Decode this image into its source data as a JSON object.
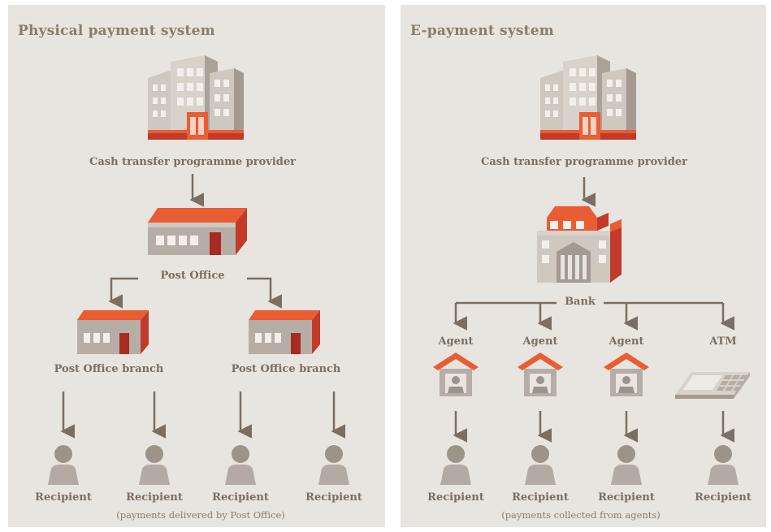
{
  "left_panel": {
    "title": "Physical payment system",
    "provider_label": "Cash transfer programme provider",
    "post_office_label": "Post Office",
    "branch_labels": [
      "Post Office branch",
      "Post Office branch"
    ],
    "recipient_labels": [
      "Recipient",
      "Recipient",
      "Recipient",
      "Recipient"
    ],
    "footnote": "(payments delivered by Post Office)"
  },
  "right_panel": {
    "title": "E-payment system",
    "provider_label": "Cash transfer programme provider",
    "bank_label": "Bank",
    "agent_labels": [
      "Agent",
      "Agent",
      "Agent",
      "ATM"
    ],
    "recipient_labels": [
      "Recipient",
      "Recipient",
      "Recipient",
      "Recipient"
    ],
    "footnote": "(payments collected from agents)"
  },
  "colors": {
    "panel_bg": "#e8e4df",
    "text": "#7b6e62",
    "arrow": "#7b6e62",
    "accent_orange": "#e85d34",
    "accent_red": "#c23a2a",
    "building_gray": "#b6aea6",
    "person_gray": "#9c9389"
  },
  "icons": {
    "provider": "office-building-icon",
    "post_office": "post-office-building-icon",
    "branch": "branch-building-icon",
    "bank": "bank-building-icon",
    "agent": "agent-kiosk-icon",
    "atm": "atm-keypad-icon",
    "recipient": "person-icon"
  }
}
